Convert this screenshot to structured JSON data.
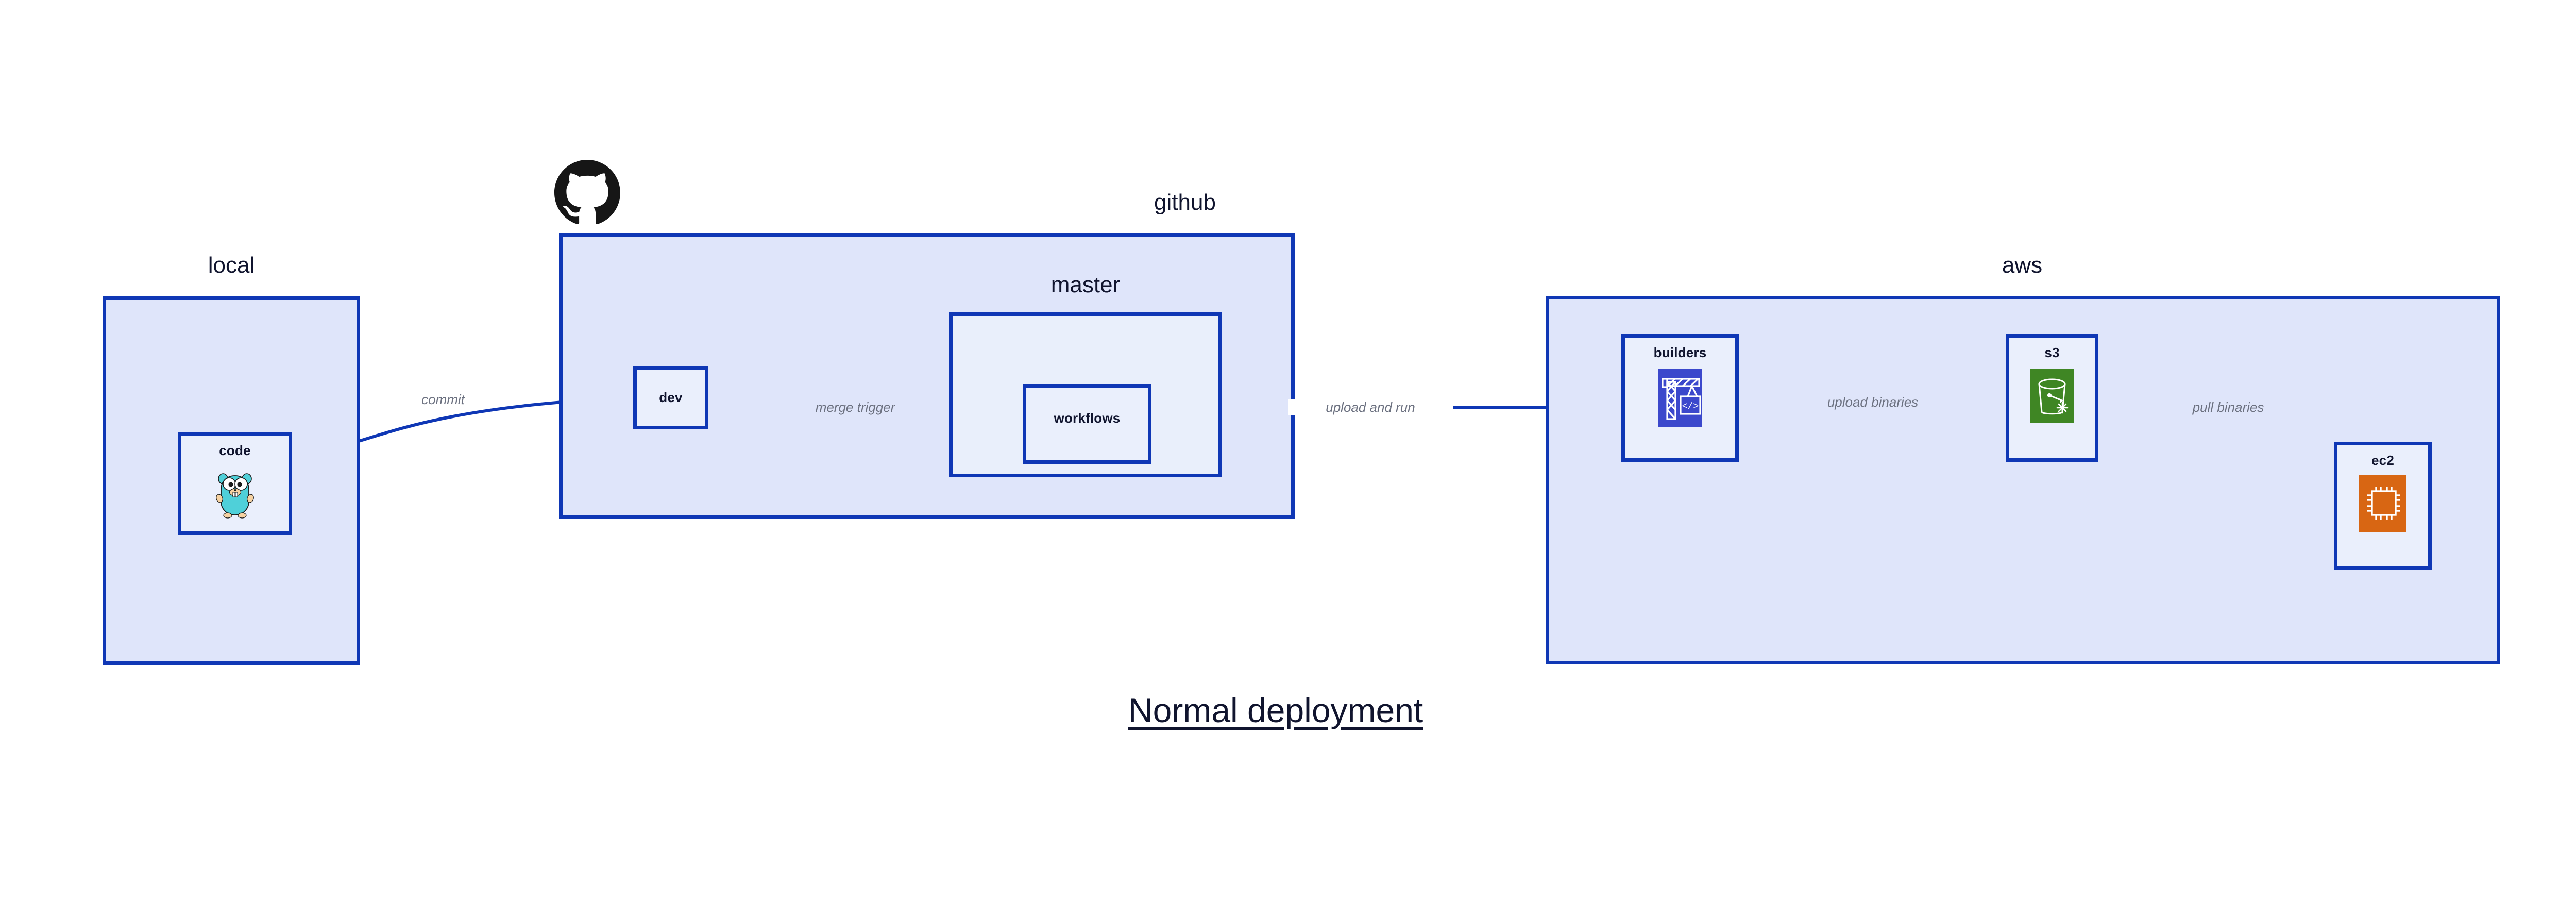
{
  "diagram": {
    "title": "Normal deployment",
    "background": "#ffffff",
    "accent_border": "#0f37b5",
    "group_fill": "#dfe5fa",
    "node_fill": "#eaeffc",
    "label_color": "#6c7180",
    "title_color": "#10142e"
  },
  "groups": [
    {
      "id": "local",
      "title": "local"
    },
    {
      "id": "github",
      "title": "github"
    },
    {
      "id": "master",
      "title": "master"
    },
    {
      "id": "aws",
      "title": "aws"
    }
  ],
  "nodes": [
    {
      "id": "code",
      "label": "code",
      "icon": "go-gopher-icon"
    },
    {
      "id": "dev",
      "label": "dev",
      "icon": "none"
    },
    {
      "id": "workflows",
      "label": "workflows",
      "icon": "none"
    },
    {
      "id": "builders",
      "label": "builders",
      "icon": "aws-codebuild-crane-icon",
      "icon_color": "#3b48cc"
    },
    {
      "id": "s3",
      "label": "s3",
      "icon": "aws-s3-bucket-icon",
      "icon_color": "#3f8624"
    },
    {
      "id": "ec2",
      "label": "ec2",
      "icon": "aws-ec2-chip-icon",
      "icon_color": "#d86613"
    }
  ],
  "edges": [
    {
      "id": "commit",
      "label": "commit",
      "from": "code",
      "to": "dev"
    },
    {
      "id": "merge-trigger",
      "label": "merge trigger",
      "from": "dev",
      "to": "workflows"
    },
    {
      "id": "upload-and-run",
      "label": "upload and run",
      "from": "workflows",
      "to": "builders"
    },
    {
      "id": "upload-binaries",
      "label": "upload binaries",
      "from": "builders",
      "to": "s3"
    },
    {
      "id": "pull-binaries",
      "label": "pull binaries",
      "from": "s3",
      "to": "ec2"
    }
  ],
  "logos": [
    {
      "id": "github-logo",
      "name": "github-octocat-icon",
      "color": "#161616"
    }
  ]
}
